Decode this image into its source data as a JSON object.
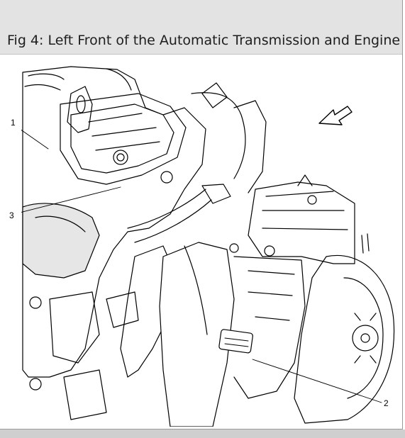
{
  "figure": {
    "title": "Fig 4: Left Front of the Automatic Transmission and Engine",
    "callouts": [
      {
        "id": "1",
        "label": "1"
      },
      {
        "id": "2",
        "label": "2"
      },
      {
        "id": "3",
        "label": "3"
      }
    ]
  },
  "colors": {
    "title_bar_bg": "#e3e3e3",
    "line": "#000000",
    "shade": "#d8d8d8"
  },
  "icons": [
    "direction-arrow-icon"
  ]
}
